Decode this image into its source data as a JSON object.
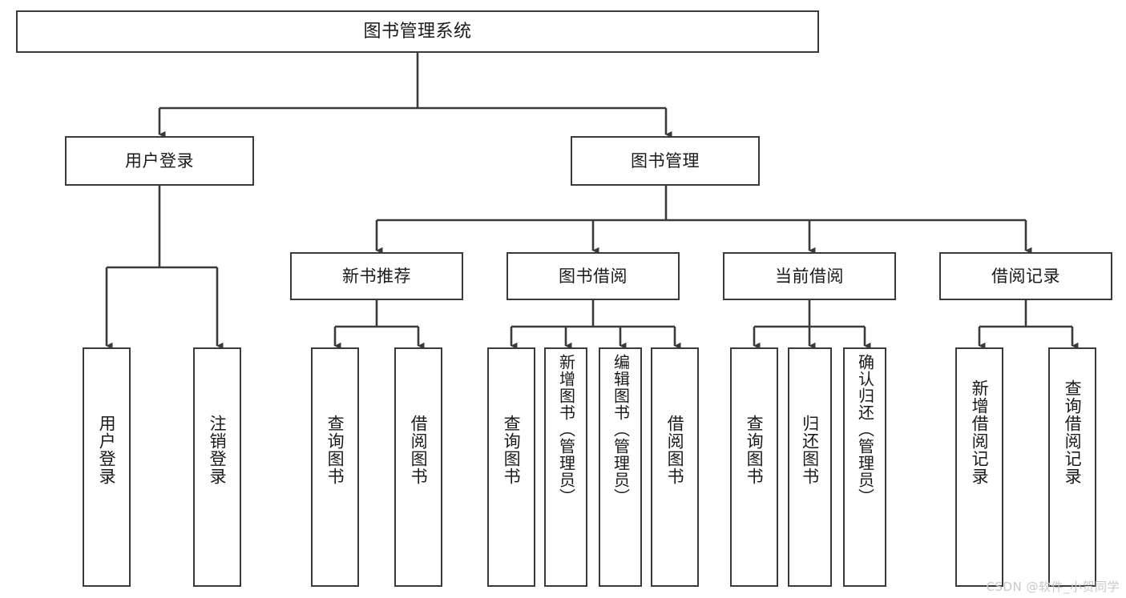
{
  "diagram": {
    "title": "图书管理系统",
    "type": "tree",
    "orientation": "top-down",
    "style": {
      "background": "#ffffff",
      "box_fill": "#ffffff",
      "box_stroke": "#3a3a3a",
      "connector_stroke": "#3a3a3a",
      "text_color": "#1a1a1a",
      "watermark_color": "#c9c9c9"
    },
    "nodes": {
      "root": {
        "id": "root",
        "label": "图书管理系统",
        "level": 1,
        "text_direction": "horizontal"
      },
      "user_login": {
        "id": "user_login",
        "label": "用户登录",
        "level": 2,
        "text_direction": "horizontal"
      },
      "book_manage": {
        "id": "book_manage",
        "label": "图书管理",
        "level": 2,
        "text_direction": "horizontal"
      },
      "new_book_rec": {
        "id": "new_book_rec",
        "label": "新书推荐",
        "level": 3,
        "text_direction": "horizontal"
      },
      "book_borrow": {
        "id": "book_borrow",
        "label": "图书借阅",
        "level": 3,
        "text_direction": "horizontal"
      },
      "current_borrow": {
        "id": "current_borrow",
        "label": "当前借阅",
        "level": 3,
        "text_direction": "horizontal"
      },
      "borrow_record": {
        "id": "borrow_record",
        "label": "借阅记录",
        "level": 3,
        "text_direction": "horizontal"
      },
      "leaf_user_login": {
        "id": "leaf_user_login",
        "label": "用户登录",
        "level": 3,
        "text_direction": "vertical"
      },
      "leaf_logout": {
        "id": "leaf_logout",
        "label": "注销登录",
        "level": 3,
        "text_direction": "vertical"
      },
      "leaf_query_book_1": {
        "id": "leaf_query_book_1",
        "label": "查询图书",
        "level": 4,
        "text_direction": "vertical"
      },
      "leaf_borrow_book_1": {
        "id": "leaf_borrow_book_1",
        "label": "借阅图书",
        "level": 4,
        "text_direction": "vertical"
      },
      "leaf_query_book_2": {
        "id": "leaf_query_book_2",
        "label": "查询图书",
        "level": 4,
        "text_direction": "vertical"
      },
      "leaf_add_book": {
        "id": "leaf_add_book",
        "label": "新增图书（管理员）",
        "level": 4,
        "text_direction": "vertical"
      },
      "leaf_edit_book": {
        "id": "leaf_edit_book",
        "label": "编辑图书（管理员）",
        "level": 4,
        "text_direction": "vertical"
      },
      "leaf_borrow_book_2": {
        "id": "leaf_borrow_book_2",
        "label": "借阅图书",
        "level": 4,
        "text_direction": "vertical"
      },
      "leaf_query_book_3": {
        "id": "leaf_query_book_3",
        "label": "查询图书",
        "level": 4,
        "text_direction": "vertical"
      },
      "leaf_return_book": {
        "id": "leaf_return_book",
        "label": "归还图书",
        "level": 4,
        "text_direction": "vertical"
      },
      "leaf_confirm_return": {
        "id": "leaf_confirm_return",
        "label": "确认归还（管理员）",
        "level": 4,
        "text_direction": "vertical"
      },
      "leaf_add_record": {
        "id": "leaf_add_record",
        "label": "新增借阅记录",
        "level": 4,
        "text_direction": "vertical"
      },
      "leaf_query_record": {
        "id": "leaf_query_record",
        "label": "查询借阅记录",
        "level": 4,
        "text_direction": "vertical"
      }
    },
    "edges": [
      {
        "from": "root",
        "to": "user_login"
      },
      {
        "from": "root",
        "to": "book_manage"
      },
      {
        "from": "user_login",
        "to": "leaf_user_login"
      },
      {
        "from": "user_login",
        "to": "leaf_logout"
      },
      {
        "from": "book_manage",
        "to": "new_book_rec"
      },
      {
        "from": "book_manage",
        "to": "book_borrow"
      },
      {
        "from": "book_manage",
        "to": "current_borrow"
      },
      {
        "from": "book_manage",
        "to": "borrow_record"
      },
      {
        "from": "new_book_rec",
        "to": "leaf_query_book_1"
      },
      {
        "from": "new_book_rec",
        "to": "leaf_borrow_book_1"
      },
      {
        "from": "book_borrow",
        "to": "leaf_query_book_2"
      },
      {
        "from": "book_borrow",
        "to": "leaf_add_book"
      },
      {
        "from": "book_borrow",
        "to": "leaf_edit_book"
      },
      {
        "from": "book_borrow",
        "to": "leaf_borrow_book_2"
      },
      {
        "from": "current_borrow",
        "to": "leaf_query_book_3"
      },
      {
        "from": "current_borrow",
        "to": "leaf_return_book"
      },
      {
        "from": "current_borrow",
        "to": "leaf_confirm_return"
      },
      {
        "from": "borrow_record",
        "to": "leaf_add_record"
      },
      {
        "from": "borrow_record",
        "to": "leaf_query_record"
      }
    ]
  },
  "watermark": {
    "text": "CSDN @软件_小贺同学"
  }
}
